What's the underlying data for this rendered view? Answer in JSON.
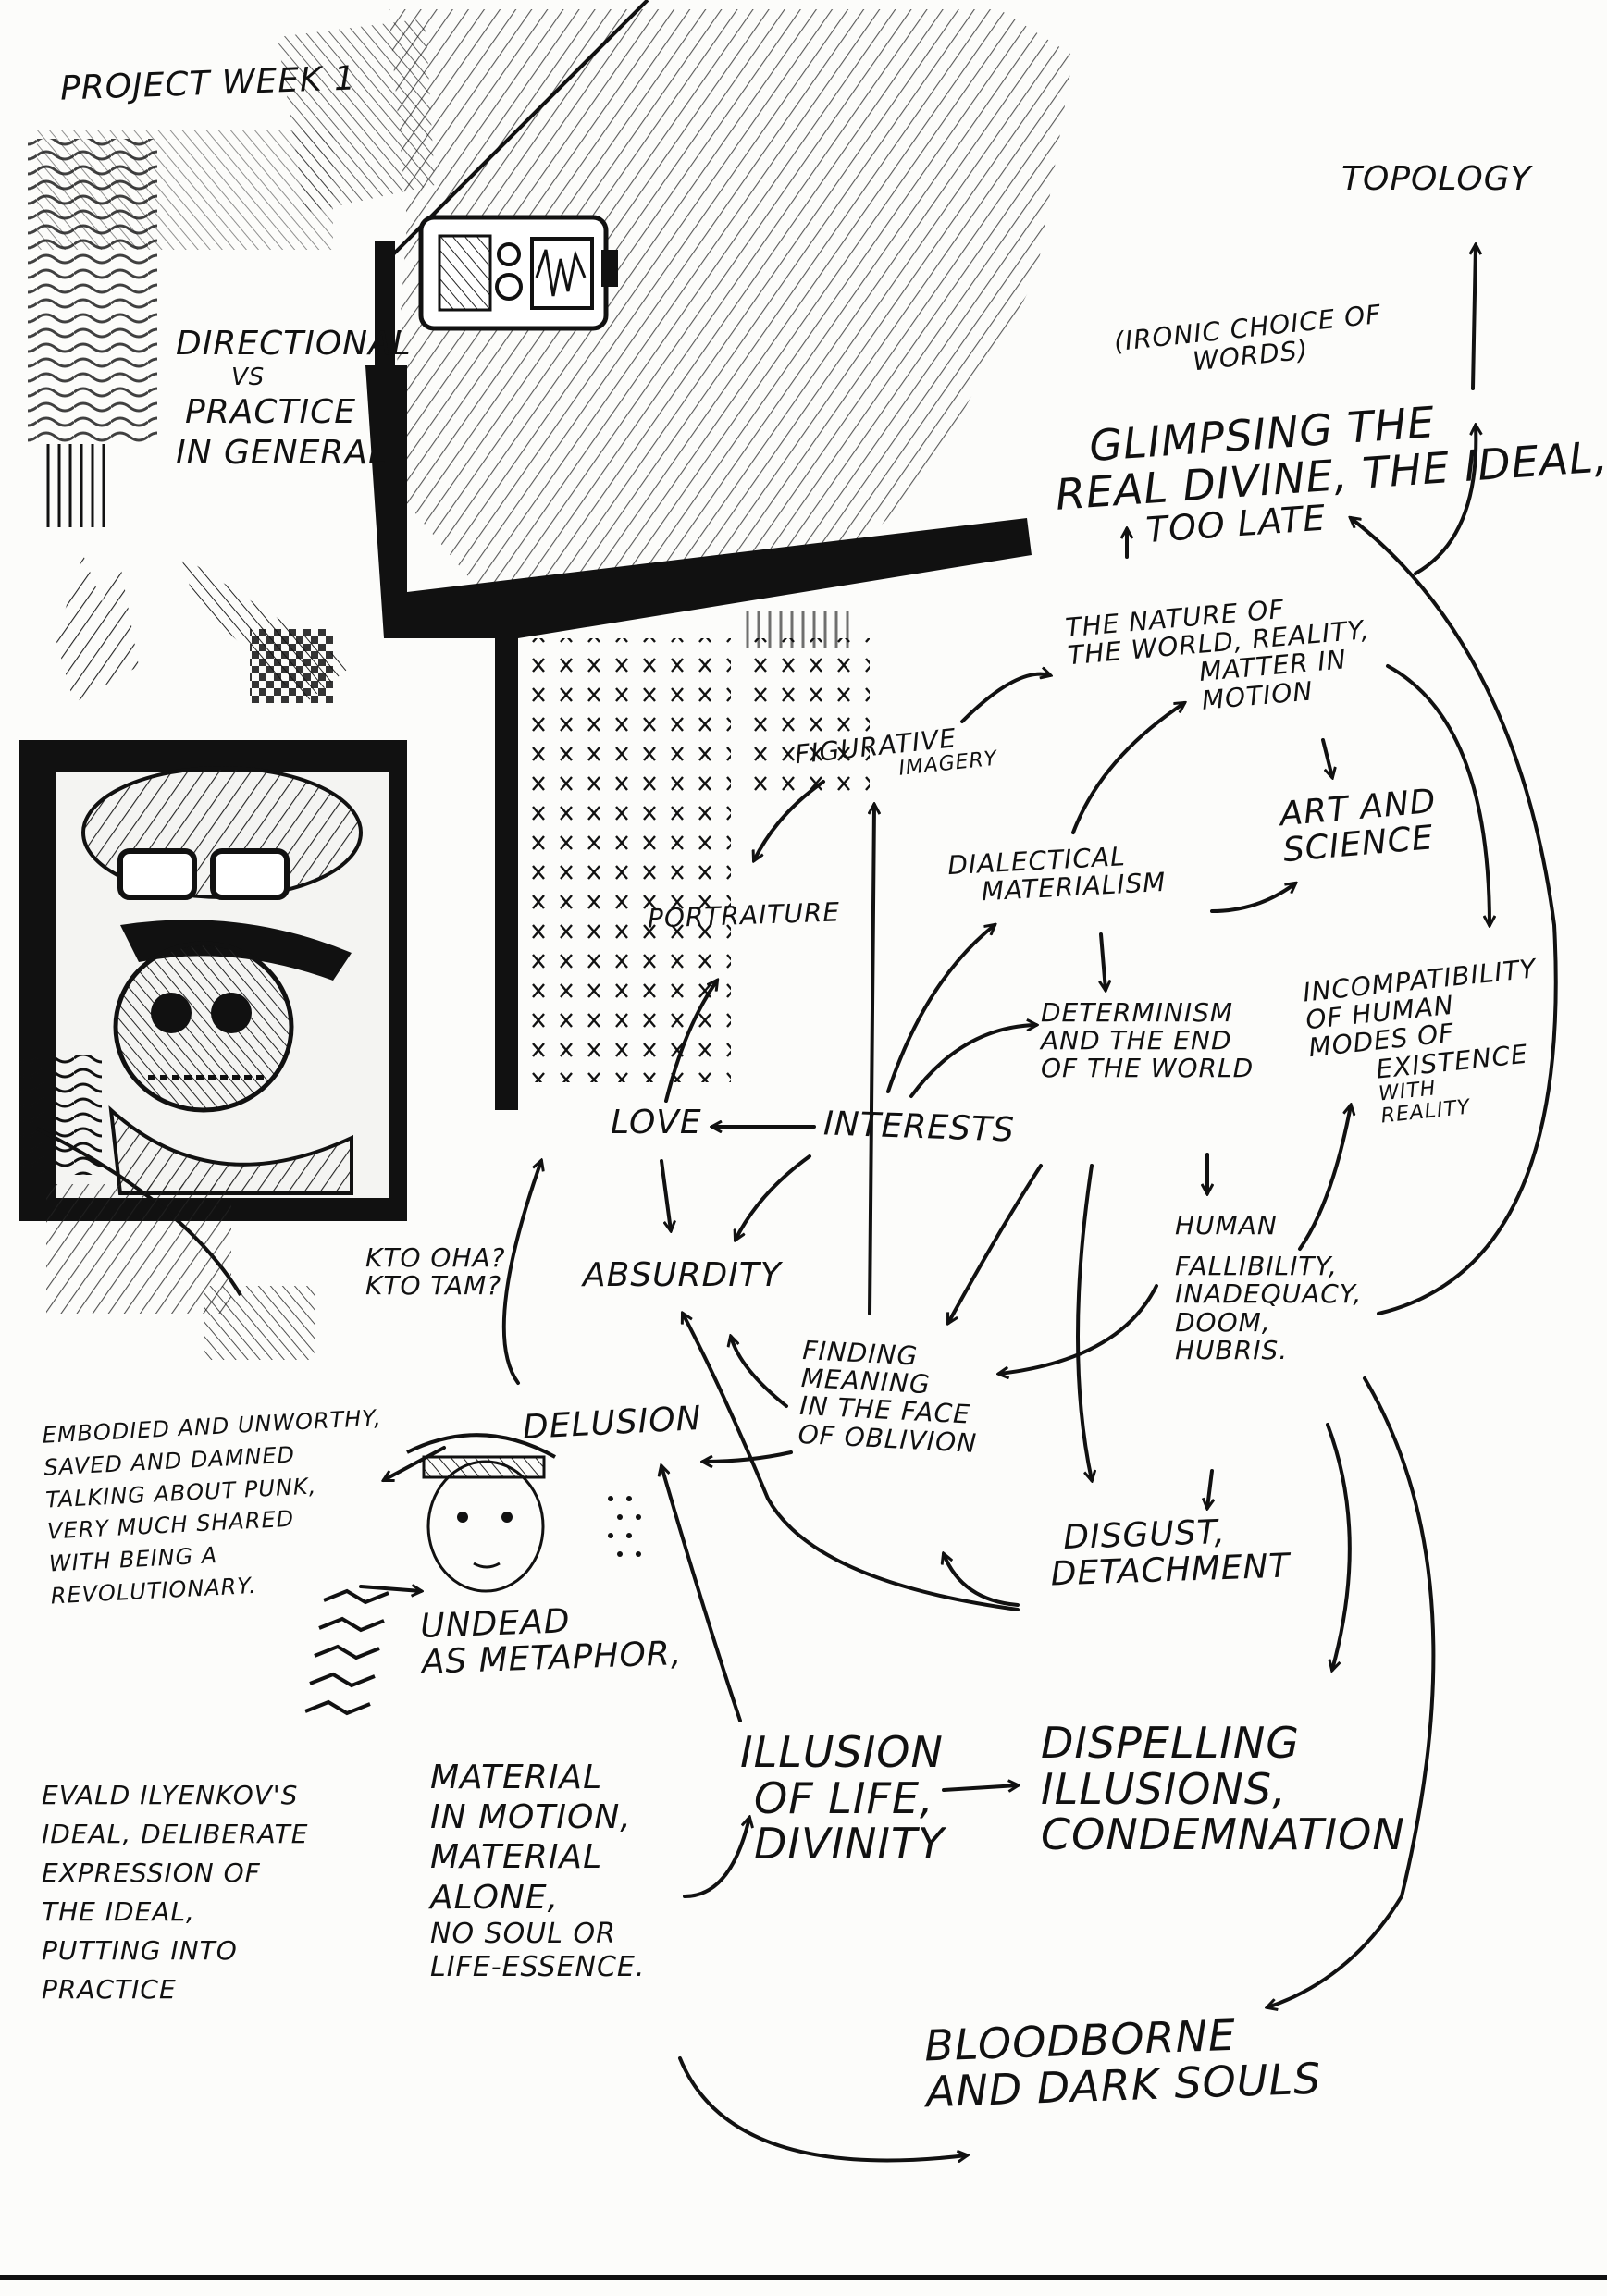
{
  "title": "PROJECT WEEK 1",
  "sketch_notes": {
    "directional": [
      "DIRECTIONAL",
      "VS",
      "PRACTICE",
      "IN GENERAL"
    ],
    "kto": [
      "KTO OHA?",
      "KTO TAM?"
    ]
  },
  "nodes": {
    "topology": [
      "TOPOLOGY"
    ],
    "ironic": [
      "(IRONIC CHOICE OF",
      "WORDS)"
    ],
    "glimpsing": [
      "GLIMPSING THE",
      "REAL DIVINE, THE IDEAL,",
      "TOO LATE"
    ],
    "nature": [
      "THE NATURE OF",
      "THE WORLD, REALITY,",
      "MATTER IN",
      "MOTION"
    ],
    "figurative": [
      "FIGURATIVE",
      "IMAGERY"
    ],
    "art_science": [
      "ART AND",
      "SCIENCE"
    ],
    "portraiture": [
      "PORTRAITURE"
    ],
    "dialectical": [
      "DIALECTICAL",
      "MATERIALISM"
    ],
    "determinism": [
      "DETERMINISM",
      "AND THE END",
      "OF THE WORLD"
    ],
    "incompat": [
      "INCOMPATIBILITY",
      "OF HUMAN",
      "MODES OF",
      "EXISTENCE",
      "WITH",
      "REALITY"
    ],
    "love": [
      "LOVE"
    ],
    "interests": [
      "INTERESTS"
    ],
    "absurdity": [
      "ABSURDITY"
    ],
    "human": [
      "HUMAN",
      "FALLIBILITY,",
      "INADEQUACY,",
      "DOOM,",
      "HUBRIS."
    ],
    "finding": [
      "FINDING",
      "MEANING",
      "IN THE FACE",
      "OF OBLIVION"
    ],
    "delusion": [
      "DELUSION"
    ],
    "disgust": [
      "DISGUST,",
      "DETACHMENT"
    ],
    "embodied": [
      "EMBODIED AND UNWORTHY,",
      "SAVED AND DAMNED",
      "TALKING ABOUT PUNK,",
      "VERY MUCH SHARED",
      "WITH BEING A",
      "REVOLUTIONARY."
    ],
    "undead": [
      "UNDEAD",
      "AS METAPHOR,"
    ],
    "evald": [
      "EVALD ILYENKOV'S",
      "IDEAL, DELIBERATE",
      "EXPRESSION OF",
      "THE IDEAL,",
      "PUTTING INTO",
      "PRACTICE"
    ],
    "material": [
      "MATERIAL",
      "IN MOTION,",
      "MATERIAL",
      "ALONE,",
      "NO SOUL OR",
      "LIFE-ESSENCE."
    ],
    "illusion": [
      "ILLUSION",
      "OF LIFE,",
      "DIVINITY"
    ],
    "dispelling": [
      "DISPELLING",
      "ILLUSIONS,",
      "CONDEMNATION"
    ],
    "bloodborne": [
      "BLOODBORNE",
      "AND DARK SOULS"
    ]
  }
}
